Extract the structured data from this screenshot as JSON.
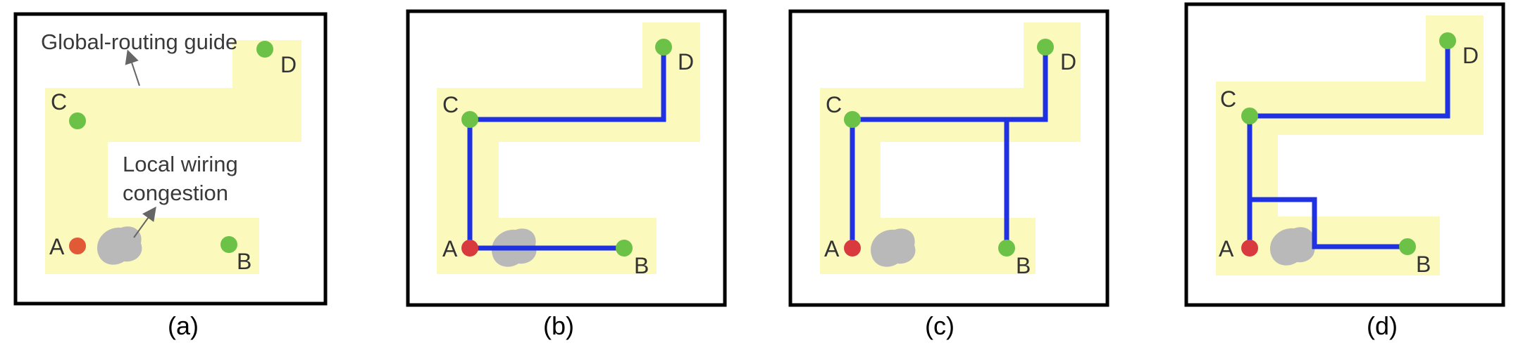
{
  "colors": {
    "guide": "#fbf9bc",
    "frame": "#000000",
    "wire": "#1f31e0",
    "pin_green": "#6cc247",
    "pin_red_a": "#e05a36",
    "pin_red": "#d83a3e",
    "congestion": "#b9b9b9",
    "arrow": "#666666"
  },
  "panels": [
    {
      "caption": "(a)",
      "labels": {
        "A": "A",
        "B": "B",
        "C": "C",
        "D": "D"
      },
      "annotations": {
        "global_guide": "Global-routing guide",
        "local_line1": "Local wiring",
        "local_line2": "congestion"
      }
    },
    {
      "caption": "(b)",
      "labels": {
        "A": "A",
        "B": "B",
        "C": "C",
        "D": "D"
      }
    },
    {
      "caption": "(c)",
      "labels": {
        "A": "A",
        "B": "B",
        "C": "C",
        "D": "D"
      }
    },
    {
      "caption": "(d)",
      "labels": {
        "A": "A",
        "B": "B",
        "C": "C",
        "D": "D"
      }
    }
  ]
}
